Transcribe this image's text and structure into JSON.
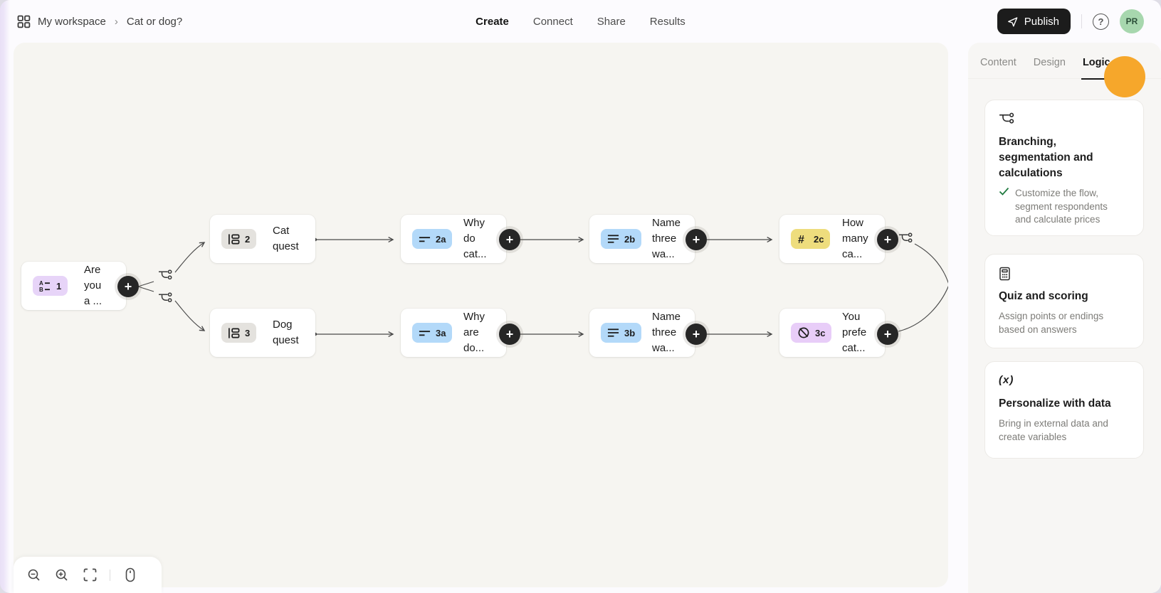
{
  "topbar": {
    "breadcrumb": {
      "workspace": "My workspace",
      "separator": "›",
      "form_name": "Cat or dog?"
    },
    "tabs": [
      {
        "label": "Create",
        "active": true
      },
      {
        "label": "Connect",
        "active": false
      },
      {
        "label": "Share",
        "active": false
      },
      {
        "label": "Results",
        "active": false
      }
    ],
    "publish_label": "Publish",
    "help_glyph": "?",
    "avatar_initials": "PR"
  },
  "canvas": {
    "nodes": [
      {
        "id": "1",
        "number": "1",
        "icon": "multiple-choice-icon",
        "badge_color": "#e7d4f8",
        "lines": [
          "Are",
          "you",
          "a ..."
        ]
      },
      {
        "id": "2",
        "number": "2",
        "icon": "question-group-icon",
        "badge_color": "#e4e2de",
        "lines": [
          "Cat",
          "quest"
        ]
      },
      {
        "id": "2a",
        "number": "2a",
        "icon": "short-text-icon",
        "badge_color": "#b3d9f9",
        "lines": [
          "Why",
          "do",
          "cat..."
        ]
      },
      {
        "id": "2b",
        "number": "2b",
        "icon": "long-text-icon",
        "badge_color": "#b3d9f9",
        "lines": [
          "Name",
          "three",
          "wa..."
        ]
      },
      {
        "id": "2c",
        "number": "2c",
        "icon": "number-icon",
        "badge_color": "#eedd7d",
        "lines": [
          "How",
          "many",
          "ca..."
        ]
      },
      {
        "id": "3",
        "number": "3",
        "icon": "question-group-icon",
        "badge_color": "#e4e2de",
        "lines": [
          "Dog",
          "quest"
        ]
      },
      {
        "id": "3a",
        "number": "3a",
        "icon": "short-text-icon",
        "badge_color": "#b3d9f9",
        "lines": [
          "Why",
          "are",
          "do..."
        ]
      },
      {
        "id": "3b",
        "number": "3b",
        "icon": "long-text-icon",
        "badge_color": "#b3d9f9",
        "lines": [
          "Name",
          "three",
          "wa..."
        ]
      },
      {
        "id": "3c",
        "number": "3c",
        "icon": "yes-no-icon",
        "badge_color": "#e8cdf8",
        "lines": [
          "You",
          "prefe",
          "cat..."
        ]
      }
    ],
    "plus_glyph": "+",
    "controls": [
      "zoom-out",
      "zoom-in",
      "fit-view",
      "mouse-mode"
    ]
  },
  "sidebar": {
    "tabs": [
      {
        "label": "Content",
        "active": false
      },
      {
        "label": "Design",
        "active": false
      },
      {
        "label": "Logic",
        "active": true
      }
    ],
    "cards": [
      {
        "icon": "branch-icon",
        "title": "Branching, segmentation and calculations",
        "has_check": true,
        "description": "Customize the flow, segment respondents and calculate prices"
      },
      {
        "icon": "calculator-icon",
        "title": "Quiz and scoring",
        "description": "Assign points or endings based on answers"
      },
      {
        "icon": "variable-icon",
        "icon_glyph": "(x)",
        "title": "Personalize with data",
        "description": "Bring in external data and create variables"
      }
    ]
  },
  "colors": {
    "canvas_bg": "#f6f5f1",
    "sidebar_bg": "#f7f6f4",
    "publish_bg": "#1c1c1c",
    "avatar_bg": "#a7d7ae",
    "accent_orange": "#f6a72b",
    "check_green": "#1f7a3f",
    "badge_purple": "#e7d4f8",
    "badge_grey": "#e4e2de",
    "badge_blue": "#b3d9f9",
    "badge_yellow": "#eedd7d",
    "badge_pink": "#e8cdf8",
    "wire": "#4a4a4a"
  }
}
